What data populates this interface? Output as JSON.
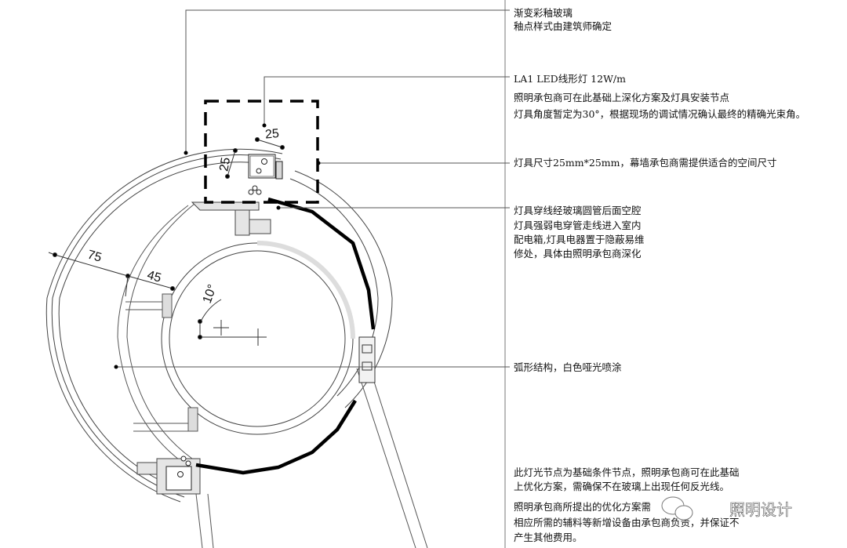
{
  "annotations": {
    "glass_line1": "渐变彩釉玻璃",
    "glass_line2": "釉点样式由建筑师确定",
    "led_title": "LA1 LED线形灯 12W/m",
    "led_line2": "照明承包商可在此基础上深化方案及灯具安装节点",
    "led_line3": "灯具角度暂定为30°，根据现场的调试情况确认最终的精确光束角。",
    "size_note": "灯具尺寸25mm*25mm，幕墙承包商需提供适合的空间尺寸",
    "wiring_line1": "灯具穿线经玻璃圆管后面空腔",
    "wiring_line2": "灯具强弱电穿管走线进入室内",
    "wiring_line3": "配电箱,灯具电器置于隐蔽易维",
    "wiring_line4": "修处，具体由照明承包商深化",
    "arc_note": "弧形结构，白色哑光喷涂",
    "bottom_line1": "此灯光节点为基础条件节点，照明承包商可在此基础",
    "bottom_line2": "上优化方案，需确保不在玻璃上出现任何反光线。",
    "bottom_line3": "照明承包商所提出的优化方案需",
    "bottom_line4": "相应所需的辅料等新增设备由承包商负责，并保证不",
    "bottom_line5": "产生其他费用。"
  },
  "dimensions": {
    "d25_top": "25",
    "d25_side": "25",
    "d75": "75",
    "d45": "45",
    "angle": "10°"
  },
  "watermark": "照明设计",
  "colors": {
    "ink": "#111111",
    "line": "#555555",
    "background": "#ffffff"
  }
}
